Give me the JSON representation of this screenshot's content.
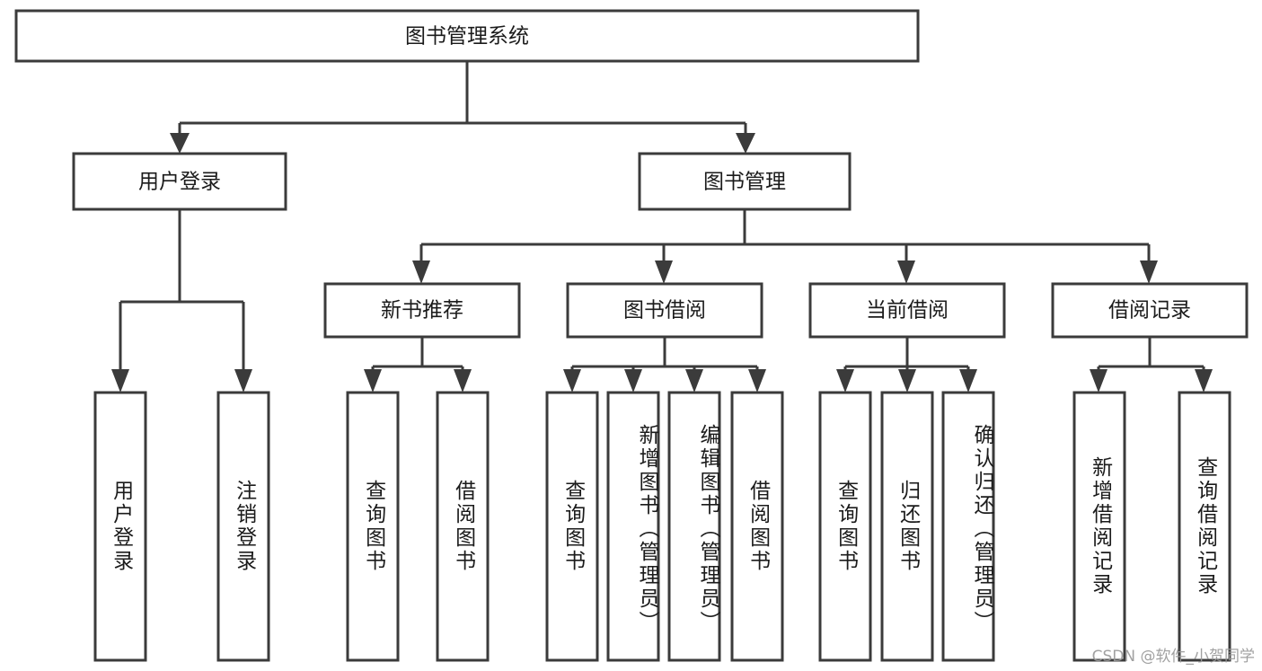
{
  "diagram": {
    "title": "图书管理系统",
    "type": "hierarchy-tree",
    "watermark": "CSDN @软件_小贺同学",
    "colors": {
      "background": "#ffffff",
      "box_fill": "#ffffff",
      "box_stroke": "#3b3b3b",
      "connector": "#3b3b3b",
      "text": "#1b1b1b",
      "watermark": "#9a9a9a"
    },
    "root": {
      "label": "图书管理系统"
    },
    "level2": [
      {
        "label": "用户登录"
      },
      {
        "label": "图书管理"
      }
    ],
    "level3": [
      {
        "label": "新书推荐"
      },
      {
        "label": "图书借阅"
      },
      {
        "label": "当前借阅"
      },
      {
        "label": "借阅记录"
      }
    ],
    "leaves": {
      "user_login": [
        {
          "label": "用户登录"
        },
        {
          "label": "注销登录"
        }
      ],
      "new_book_recommend": [
        {
          "label": "查询图书"
        },
        {
          "label": "借阅图书"
        }
      ],
      "book_borrow": [
        {
          "label": "查询图书"
        },
        {
          "label": "新增图书（管理员）"
        },
        {
          "label": "编辑图书（管理员）"
        },
        {
          "label": "借阅图书"
        }
      ],
      "current_borrow": [
        {
          "label": "查询图书"
        },
        {
          "label": "归还图书"
        },
        {
          "label": "确认归还（管理员）"
        }
      ],
      "borrow_record": [
        {
          "label": "新增借阅记录"
        },
        {
          "label": "查询借阅记录"
        }
      ]
    }
  }
}
